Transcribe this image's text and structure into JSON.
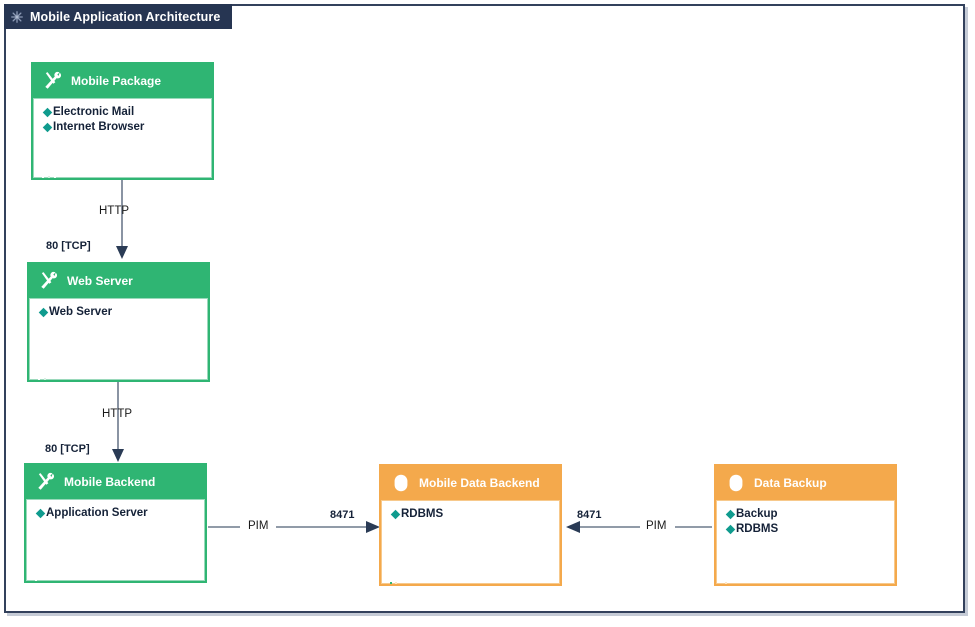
{
  "window": {
    "title": "Mobile Application Architecture",
    "title_icon": "asterisk-icon",
    "title_bar_color": "#263552",
    "canvas_border_color": "#33415c",
    "canvas_background": "#ffffff"
  },
  "palette": {
    "green": "#2fb573",
    "orange": "#f4a94c",
    "diamond_teal": "#0f9b8e",
    "connector": "#6d7a8c",
    "arrow_head": "#2a3b55",
    "text_dark": "#152238"
  },
  "nodes": [
    {
      "id": "mobile-package",
      "title": "Mobile Package",
      "icon": "tools-icon",
      "color": "green",
      "components": [
        "Electronic Mail",
        "Internet Browser"
      ]
    },
    {
      "id": "web-server",
      "title": "Web Server",
      "icon": "tools-icon",
      "color": "green",
      "components": [
        "Web Server"
      ]
    },
    {
      "id": "mobile-backend",
      "title": "Mobile Backend",
      "icon": "tools-icon",
      "color": "green",
      "components": [
        "Application Server"
      ]
    },
    {
      "id": "mobile-data-backend",
      "title": "Mobile Data Backend",
      "icon": "database-icon",
      "color": "orange",
      "components": [
        "RDBMS"
      ]
    },
    {
      "id": "data-backup",
      "title": "Data Backup",
      "icon": "database-icon",
      "color": "orange",
      "components": [
        "Backup",
        "RDBMS"
      ]
    }
  ],
  "connections": [
    {
      "id": "mobile-package-to-web-server",
      "from": "mobile-package",
      "to": "web-server",
      "protocol": "HTTP",
      "port": "80 [TCP]",
      "direction": "down"
    },
    {
      "id": "web-server-to-mobile-backend",
      "from": "web-server",
      "to": "mobile-backend",
      "protocol": "HTTP",
      "port": "80 [TCP]",
      "direction": "down"
    },
    {
      "id": "mobile-backend-to-mobile-data-backend",
      "from": "mobile-backend",
      "to": "mobile-data-backend",
      "protocol": "PIM",
      "port": "8471",
      "direction": "right"
    },
    {
      "id": "data-backup-to-mobile-data-backend",
      "from": "data-backup",
      "to": "mobile-data-backend",
      "protocol": "PIM",
      "port": "8471",
      "direction": "left"
    }
  ]
}
